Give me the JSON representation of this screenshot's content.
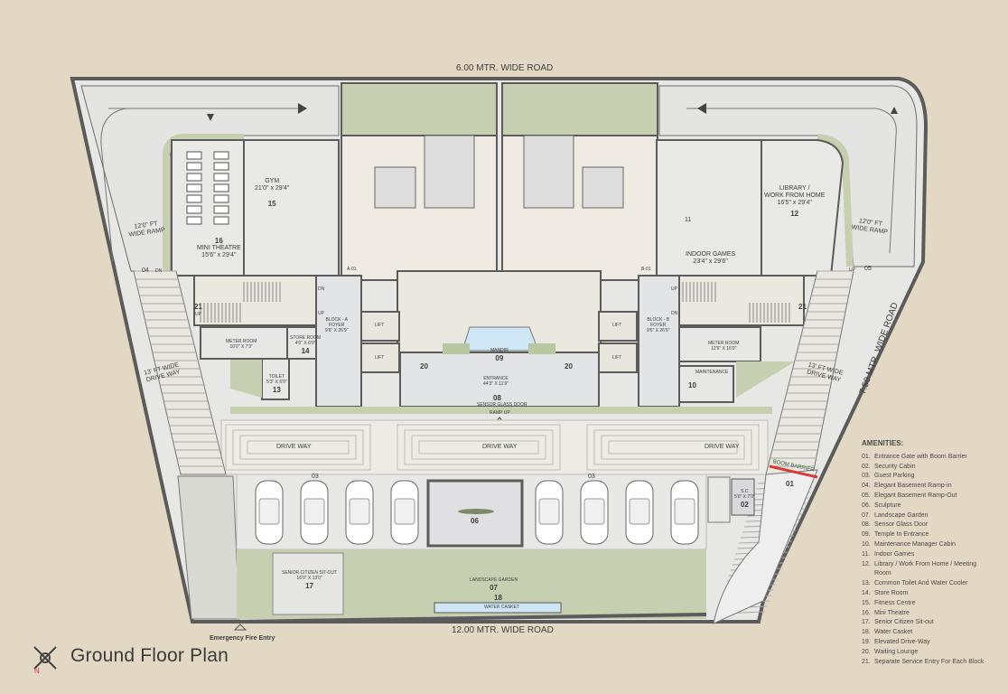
{
  "title": "Ground Floor Plan",
  "compass": {
    "north_label": "N",
    "icon": "compass-rose-icon"
  },
  "roads": {
    "top": "6.00 MTR. WIDE ROAD",
    "bottom": "12.00 MTR. WIDE ROAD",
    "right": "7.50 MTR. WIDE ROAD"
  },
  "emergency_entry": "Emergency Fire Entry",
  "rooms": {
    "gym": {
      "name": "GYM",
      "size": "21'0\" x 29'4\"",
      "num": "15"
    },
    "theatre": {
      "num": "16",
      "name": "MINI THEATRE",
      "size": "15'6\" x 29'4\""
    },
    "indoor_games": {
      "num": "11",
      "name": "INDOOR GAMES",
      "size": "23'4\" x 29'6\""
    },
    "library": {
      "name": "LIBRARY /",
      "name2": "WORK FROM HOME",
      "size": "16'5\" x 29'4\"",
      "num": "12"
    },
    "ramp_left": {
      "l1": "12'0\" FT",
      "l2": "WIDE RAMP",
      "num": "04",
      "dn": "DN"
    },
    "ramp_right": {
      "l1": "12'0\" FT",
      "l2": "WIDE RAMP",
      "num": "05",
      "up": "UP"
    },
    "drive_left": {
      "l1": "13' FT WIDE",
      "l2": "DRIVE WAY"
    },
    "drive_right": {
      "l1": "13' FT WIDE",
      "l2": "DRIVE WAY"
    },
    "foyer_a": {
      "l1": "BLOCK - A",
      "l2": "FOYER",
      "l3": "9'6\" X 26'9\""
    },
    "foyer_b": {
      "l1": "BLOCK - B",
      "l2": "FOYER",
      "l3": "9'6\" X 26'9\""
    },
    "lift": "LIFT",
    "unit_a": "A-01",
    "unit_b": "B-01",
    "mandir": {
      "name": "MANDIR",
      "num": "09"
    },
    "entrance": {
      "name": "ENTRANCE",
      "size": "44'3\" X 11'9\"",
      "num": "08",
      "door": "SENSOR GLASS DOOR",
      "ramp": "RAMP UP"
    },
    "waiting": "20",
    "meter_left": {
      "name": "METER ROOM",
      "size": "10'0\" X 7'3\""
    },
    "store": {
      "name": "STORE ROOM",
      "size": "4'6\" X 6'0\"",
      "num": "14"
    },
    "toilet": {
      "name": "TOILET",
      "size": "5'3\" X 6'0\"",
      "num": "13"
    },
    "meter_right": {
      "name": "METER ROOM",
      "size": "12'6\" X 16'0\""
    },
    "maint": {
      "name": "MAINTENANCE",
      "num": "10"
    },
    "service_num": "21",
    "stairs": {
      "up": "UP",
      "dn": "DN"
    },
    "driveway": "DRIVE WAY",
    "parking_num": "03",
    "sculpture_num": "06",
    "security": {
      "name": "S.C",
      "size": "5'0\" X 7'0\"",
      "num": "02"
    },
    "boom": {
      "name": "BOOM BARRIER",
      "num": "01"
    },
    "senior": {
      "name": "SENIOR CITIZEN SIT-OUT",
      "size": "16'0\" X 13'0\"",
      "num": "17"
    },
    "garden": {
      "name": "LANDSCAPE GARDEN",
      "num": "07"
    },
    "casket": {
      "name": "WATER CASKET",
      "num": "18"
    }
  },
  "amenities": {
    "heading": "AMENITIES:",
    "items": [
      {
        "n": "01.",
        "t": "Entrance Gate with Boom Barrier"
      },
      {
        "n": "02.",
        "t": "Security Cabin"
      },
      {
        "n": "03.",
        "t": "Guest Parking"
      },
      {
        "n": "04.",
        "t": "Elegant Basement Ramp-in"
      },
      {
        "n": "05.",
        "t": "Elegant Basement Ramp-Out"
      },
      {
        "n": "06.",
        "t": "Sculpture"
      },
      {
        "n": "07.",
        "t": "Landscape Garden"
      },
      {
        "n": "08.",
        "t": "Sensor Glass Door"
      },
      {
        "n": "09.",
        "t": "Temple In Entrance"
      },
      {
        "n": "10.",
        "t": "Maintenance Manager Cabin"
      },
      {
        "n": "11.",
        "t": "Indoor Games"
      },
      {
        "n": "12.",
        "t": "Library / Work From Home / Meeting Room"
      },
      {
        "n": "13.",
        "t": "Common Toilet And Water Cooler"
      },
      {
        "n": "14.",
        "t": "Store Room"
      },
      {
        "n": "15.",
        "t": "Fitness Centre"
      },
      {
        "n": "16.",
        "t": "Mini Theatre"
      },
      {
        "n": "17.",
        "t": "Senior Citizen Sit-out"
      },
      {
        "n": "18.",
        "t": "Water Casket"
      },
      {
        "n": "19.",
        "t": "Elevated Drive-Way"
      },
      {
        "n": "20.",
        "t": "Waiting Lounge"
      },
      {
        "n": "21.",
        "t": "Separate Service Entry For Each Block"
      }
    ]
  },
  "colors": {
    "background": "#e3d8c4",
    "floor": "#e6e6e4",
    "lawn": "#c6cfb0",
    "wall": "#5b5b5b",
    "water": "#cfe6f4",
    "boom": "#d83a3a"
  }
}
